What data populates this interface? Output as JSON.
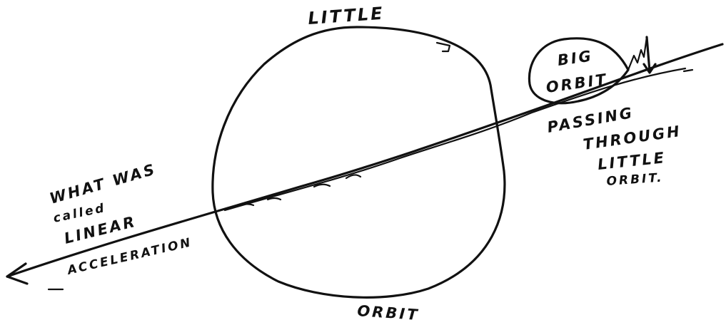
{
  "labels": {
    "little_top": "LITTLE",
    "orbit_bottom": "ORBIT",
    "big_orbit_line1": "BIG",
    "big_orbit_line2": "ORBIT",
    "passing_line1": "PASSING",
    "passing_line2": "THROUGH",
    "passing_line3": "LITTLE",
    "passing_line4": "ORBIT.",
    "what_line1": "WHAT WAS",
    "what_line2": "called",
    "what_line3": "LINEAR",
    "what_line4": "ACCELERATION"
  }
}
